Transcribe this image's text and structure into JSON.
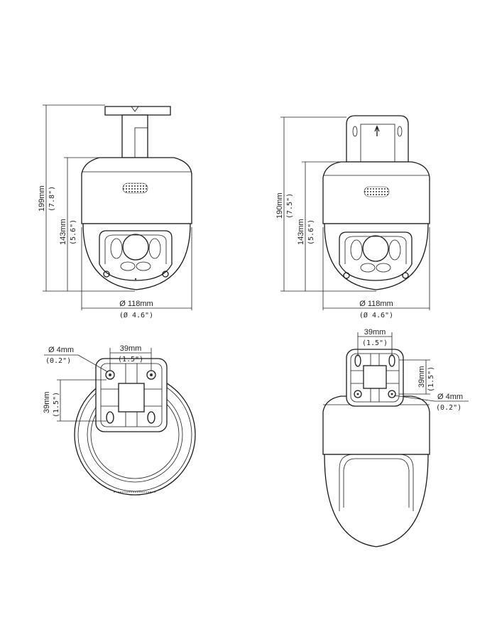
{
  "front_view": {
    "total_height": "199mm",
    "total_height_in": "(7.8\")",
    "body_height": "143mm",
    "body_height_in": "(5.6\")",
    "diameter": "Ø 118mm",
    "diameter_in": "(Ø 4.6\")"
  },
  "side_view": {
    "total_height": "190mm",
    "total_height_in": "(7.5\")",
    "body_height": "143mm",
    "body_height_in": "(5.6\")",
    "diameter": "Ø 118mm",
    "diameter_in": "(Ø 4.6\")"
  },
  "top_view": {
    "hole": "Ø 4mm",
    "hole_in": "(0.2\")",
    "spacing_h": "39mm",
    "spacing_h_in": "(1.5\")",
    "spacing_v": "39mm",
    "spacing_v_in": "(1.5\")"
  },
  "rear_view": {
    "spacing_h": "39mm",
    "spacing_h_in": "(1.5\")",
    "spacing_v": "39mm",
    "spacing_v_in": "(1.5\")",
    "hole": "Ø 4mm",
    "hole_in": "(0.2\")"
  }
}
